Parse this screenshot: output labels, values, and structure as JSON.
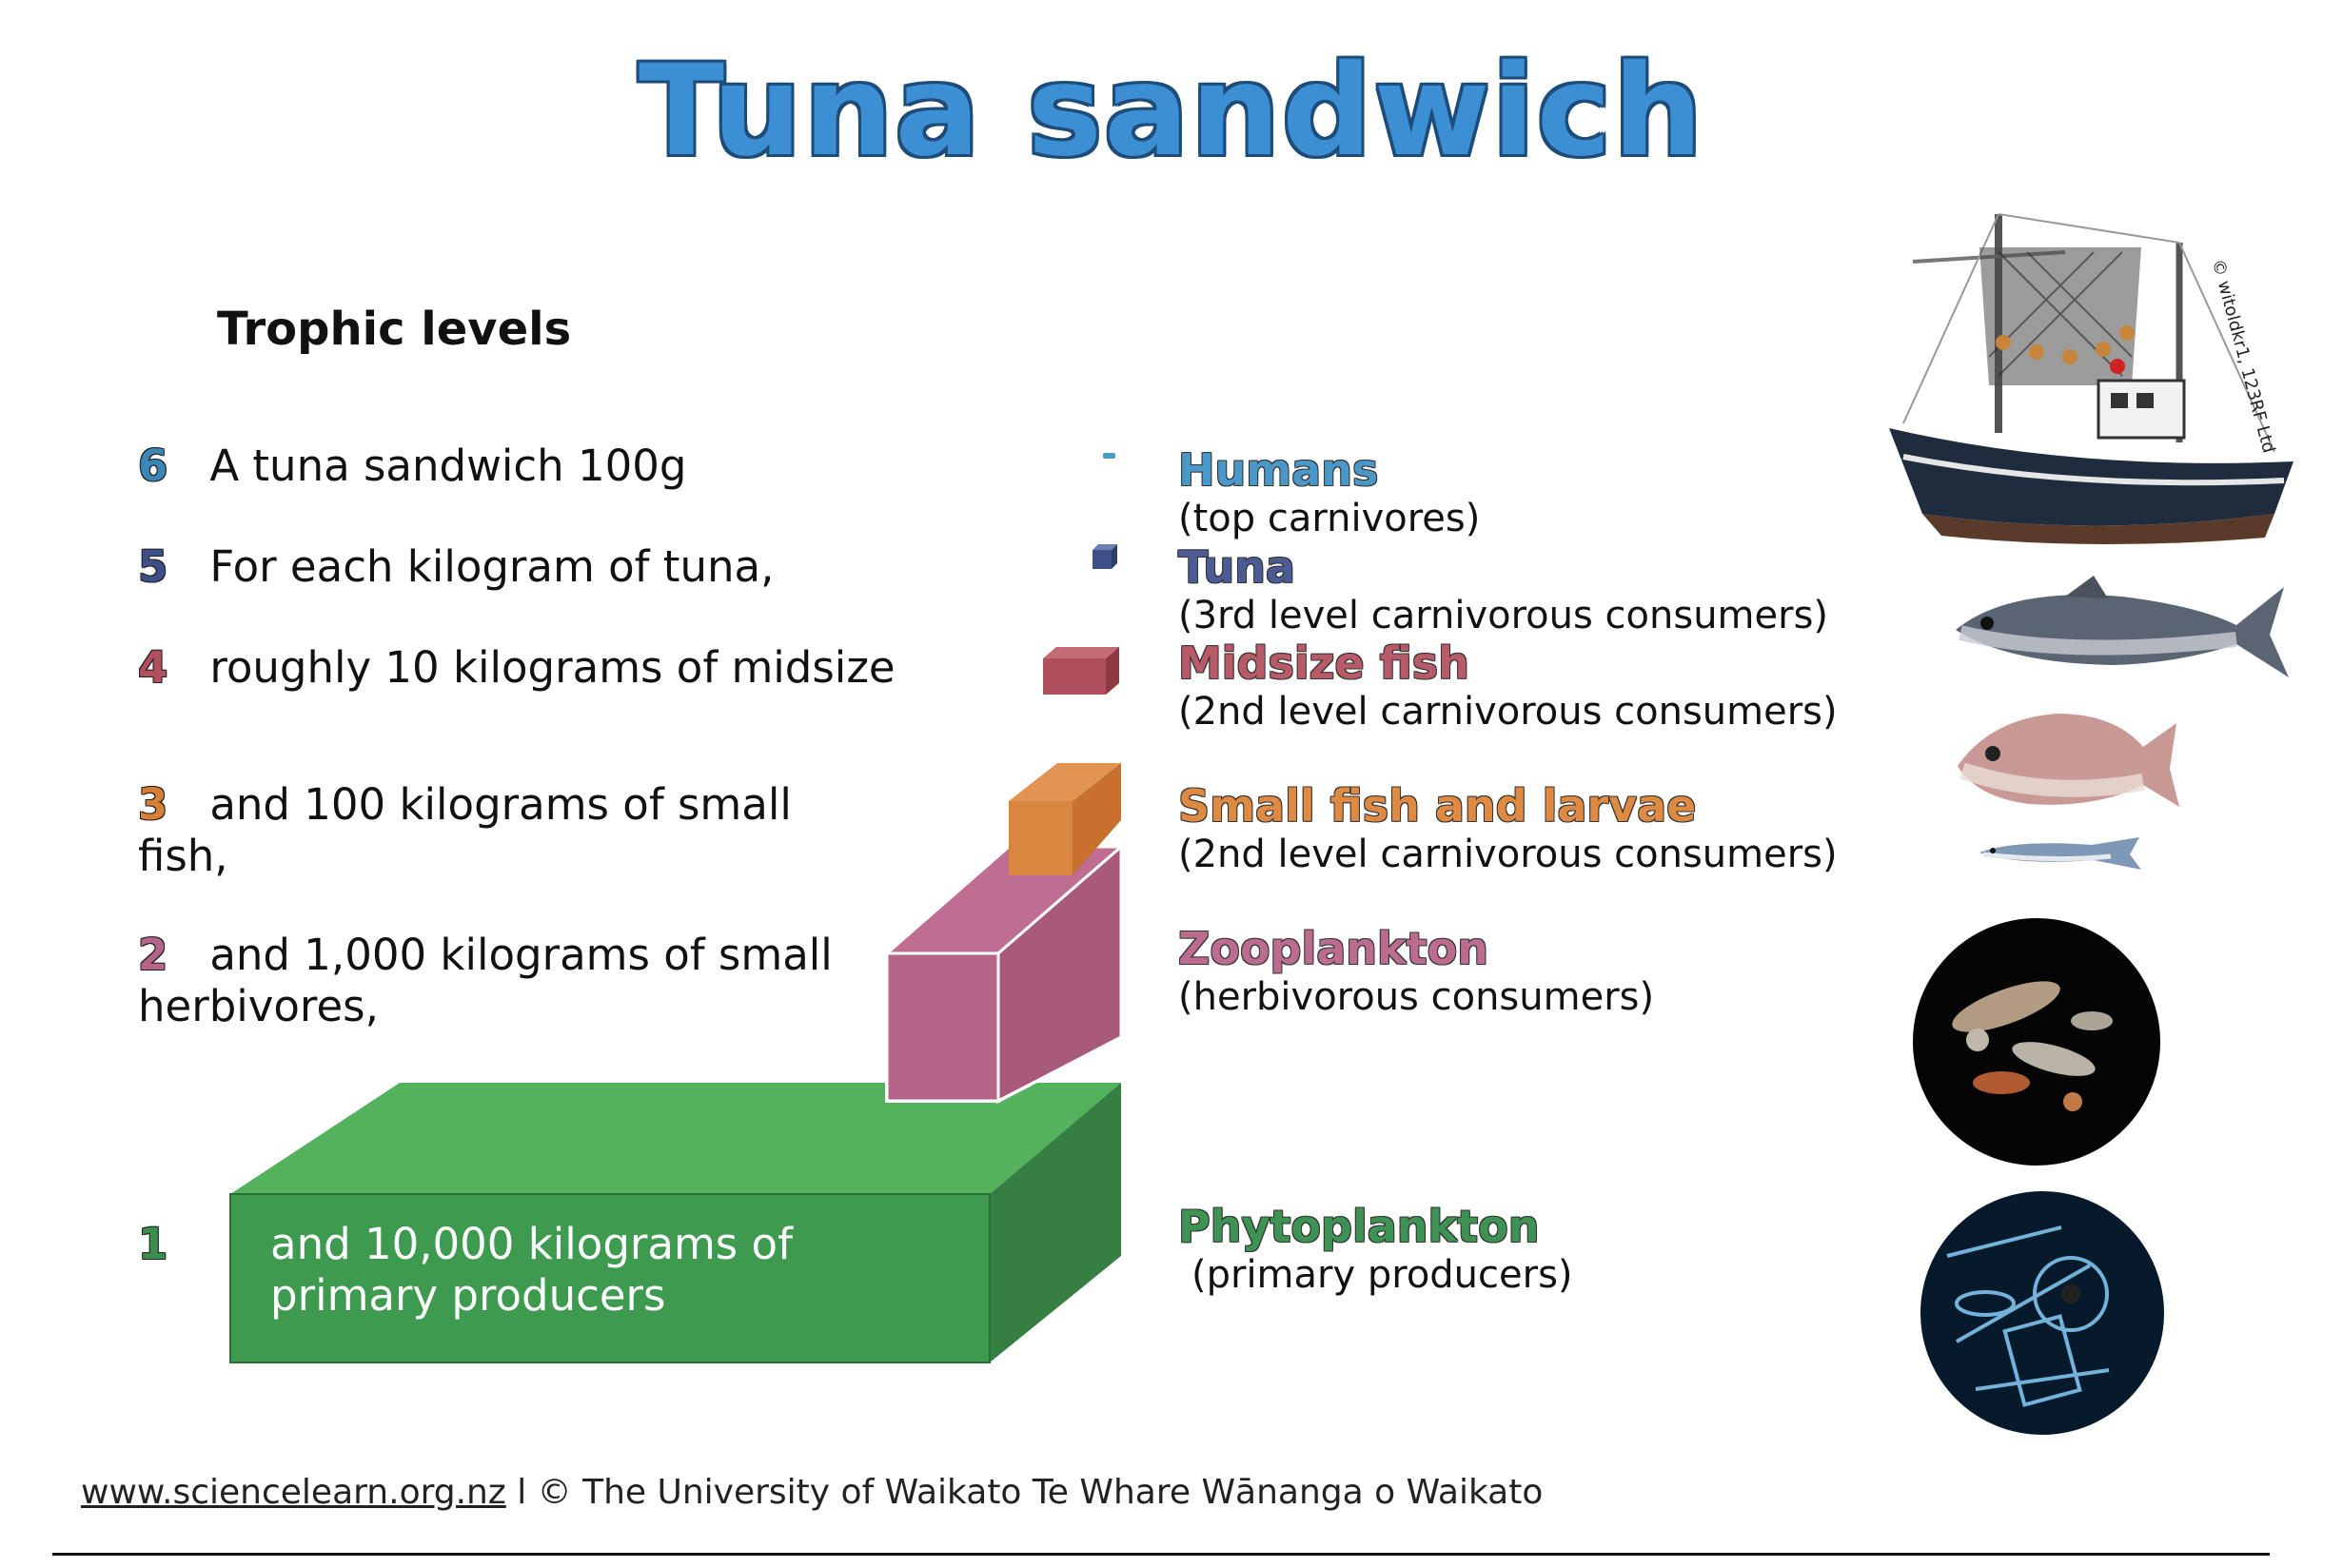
{
  "title": "Tuna sandwich",
  "subtitle": "Trophic levels",
  "levels_left": [
    {
      "num": "6",
      "text": "A tuna sandwich 100g",
      "color": "#3c86b6"
    },
    {
      "num": "5",
      "text": "For each kilogram of tuna,",
      "color": "#3d4f86"
    },
    {
      "num": "4",
      "text": "roughly 10 kilograms of midsize",
      "color": "#b04f5d"
    },
    {
      "num": "3",
      "text": "and 100 kilograms of small",
      "text2": "fish,",
      "color": "#d97e35"
    },
    {
      "num": "2",
      "text": "and 1,000 kilograms of small",
      "text2": "herbivores,",
      "color": "#b66588"
    },
    {
      "num": "1",
      "text": "and 10,000 kilograms of",
      "text2": "primary producers",
      "color": "#3a8e4e"
    }
  ],
  "levels_right": [
    {
      "name": "Humans",
      "desc": "(top carnivores)",
      "color": "#4a98c8"
    },
    {
      "name": "Tuna",
      "desc": "(3rd level carnivorous consumers)",
      "color": "#4a5c93"
    },
    {
      "name": "Midsize fish",
      "desc": "(2nd level carnivorous consumers)",
      "color": "#b85a68"
    },
    {
      "name": "Small fish and larvae",
      "desc": "(2nd level carnivorous consumers)",
      "color": "#de8a43"
    },
    {
      "name": "Zooplankton",
      "desc": "(herbivorous consumers)",
      "color": "#bb6c8f"
    },
    {
      "name": "Phytoplankton",
      "desc": "(primary producers)",
      "color": "#3e9253"
    }
  ],
  "credit": "© witoldkr1, 123RF Ltd",
  "footer": {
    "link": "www.sciencelearn.org.nz",
    "separator": " l ",
    "copyright": "© The University of Waikato Te Whare Wānanga o Waikato"
  }
}
